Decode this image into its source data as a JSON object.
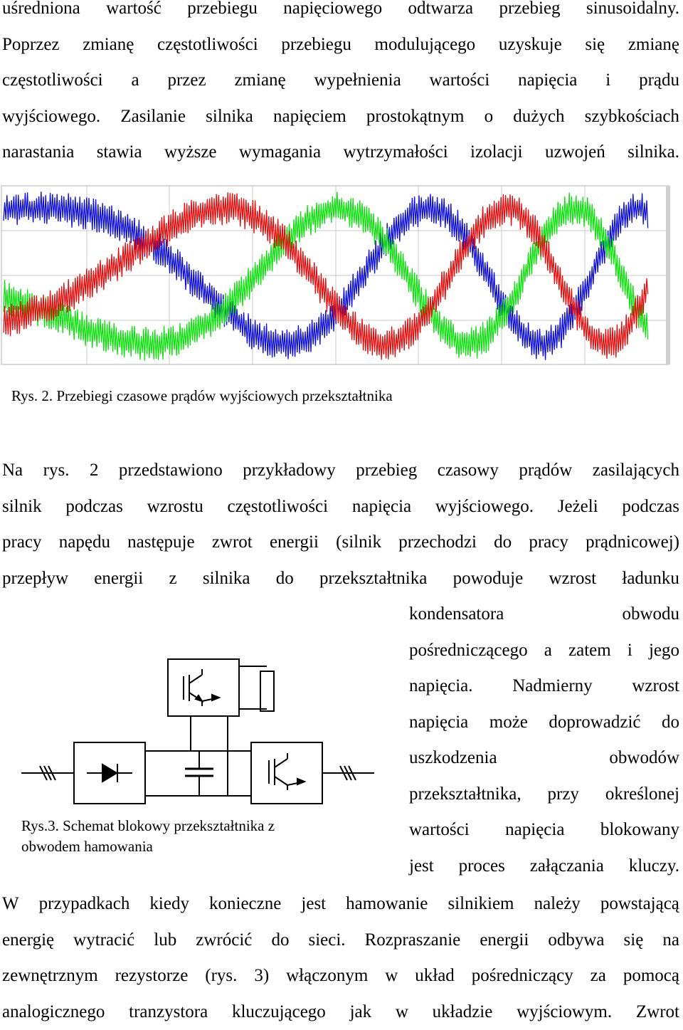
{
  "paragraph1": {
    "lines": [
      "uśredniona wartość przebiegu napięciowego odtwarza przebieg sinusoidalny.",
      "Poprzez zmianę częstotliwości przebiegu modulującego uzyskuje się zmianę",
      "częstotliwości a przez zmianę wypełnienia wartości napięcia i prądu",
      "wyjściowego. Zasilanie silnika napięciem prostokątnym o dużych szybkościach",
      "narastania stawia wyższe wymagania wytrzymałości izolacji uzwojeń silnika."
    ]
  },
  "figure2": {
    "caption": "Rys. 2. Przebiegi czasowe prądów wyjściowych przekształtnika",
    "colors": {
      "blue": "#1010d0",
      "green": "#10e010",
      "red": "#e01010",
      "grid": "#c8c8c8"
    }
  },
  "paragraph2": {
    "lines": [
      "Na rys. 2 przedstawiono przykładowy przebieg czasowy prądów zasilających",
      "silnik podczas wzrostu częstotliwości napięcia wyjściowego. Jeżeli podczas",
      "pracy napędu następuje zwrot energii (silnik przechodzi do pracy prądnicowej)",
      "przepływ energii z silnika do przekształtnika powoduje wzrost ładunku"
    ]
  },
  "side_text": {
    "lines": [
      "kondensatora obwodu",
      "pośredniczącego a zatem i jego",
      "napięcia. Nadmierny wzrost",
      "napięcia może doprowadzić do",
      "uszkodzenia obwodów",
      "przekształtnika, przy określonej",
      "wartości napięcia blokowany",
      "jest proces załączania kluczy."
    ]
  },
  "figure3": {
    "caption_line1": "Rys.3. Schemat blokowy przekształtnika z",
    "caption_line2": "obwodem hamowania"
  },
  "paragraph3": {
    "lines": [
      "W przypadkach kiedy konieczne jest hamowanie silnikiem należy powstającą",
      "energię wytracić lub zwrócić do sieci. Rozpraszanie energii odbywa się na",
      "zewnętrznym rezystorze (rys. 3) włączonym w układ pośredniczący za pomocą",
      "analogicznego tranzystora kluczującego jak w układzie wyjściowym. Zwrot"
    ]
  }
}
